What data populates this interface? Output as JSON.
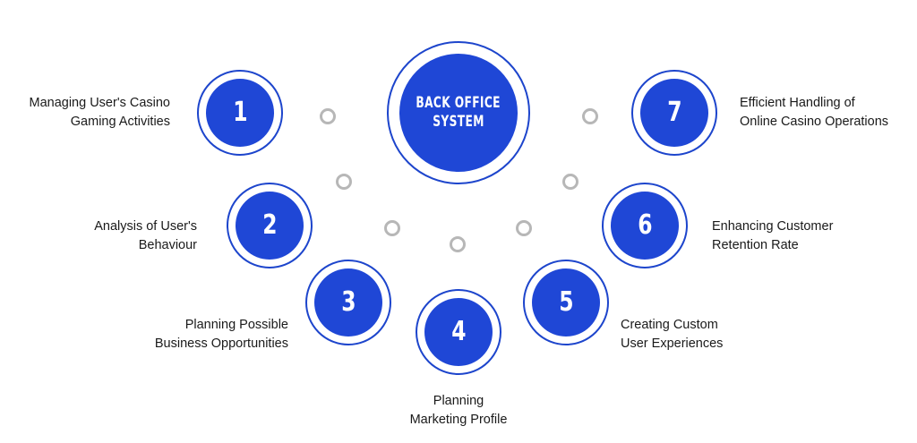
{
  "center": {
    "line1": "BACK OFFICE",
    "line2": "SYSTEM"
  },
  "steps": [
    {
      "number": "1",
      "label_line1": "Managing User's Casino",
      "label_line2": "Gaming Activities"
    },
    {
      "number": "2",
      "label_line1": "Analysis of User's",
      "label_line2": "Behaviour"
    },
    {
      "number": "3",
      "label_line1": "Planning Possible",
      "label_line2": "Business Opportunities"
    },
    {
      "number": "4",
      "label_line1": "Planning",
      "label_line2": "Marketing Profile"
    },
    {
      "number": "5",
      "label_line1": "Creating Custom",
      "label_line2": "User Experiences"
    },
    {
      "number": "6",
      "label_line1": "Enhancing Customer",
      "label_line2": "Retention Rate"
    },
    {
      "number": "7",
      "label_line1": "Efficient Handling of",
      "label_line2": "Online Casino Operations"
    }
  ],
  "colors": {
    "accent": "#1f47d6",
    "ring": "#1d45cc",
    "connector": "#b7b7b7",
    "text": "#1a1a1a"
  }
}
